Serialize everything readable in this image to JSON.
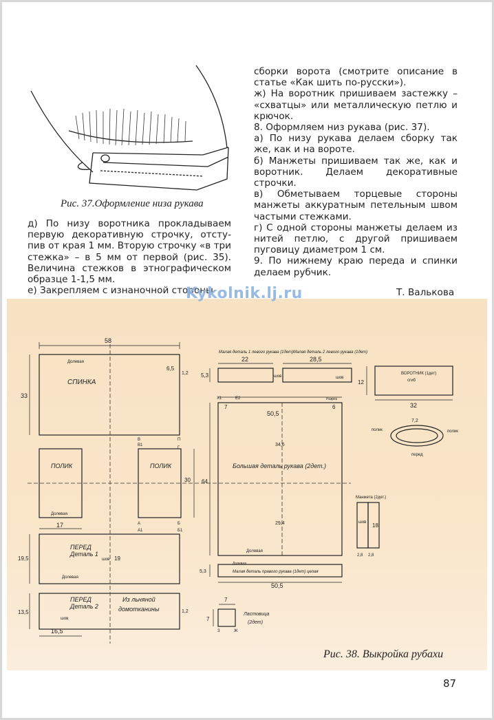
{
  "figure_37": {
    "caption": "Рис. 37.Оформление низа рукава"
  },
  "left_text": [
    "д) По низу воротника прокладываем первую декоративную строчку, отсту-пив от края 1 мм. Вторую строчку «в три стежка» – в 5 мм от первой (рис. 35). Величина стежков в этнографическом образце 1-1,5 мм.",
    "е) Закрепляем с изнаночной стороны"
  ],
  "right_text": [
    "сборки ворота (смотрите описание в статье «Как шить по-русски»).",
    "ж) На воротник пришиваем застежку – «схватцы» или металлическую петлю и крючок.",
    "8. Оформляем низ рукава (рис. 37).",
    "а) По низу рукава делаем сборку так же, как и на вороте.",
    "б) Манжеты пришиваем так же, как и воротник. Делаем декоративные строчки.",
    "в) Обметываем торцевые стороны манжеты аккуратным петельным швом частыми стежками.",
    "г) С одной стороны манжеты делаем из нитей петлю, с другой пришиваем пуговицу диаметром 1 см.",
    "9. По нижнему краю переда и спинки делаем рубчик."
  ],
  "author": "Т. Валькова",
  "watermark": "Kykolnik.lj.ru",
  "figure_38": {
    "caption": "Рис. 38. Выкройка рубахи",
    "pieces": {
      "spinka": {
        "label": "СПИНКА",
        "fold": "Долевая",
        "width": "58",
        "height": "33",
        "notch": "6,5",
        "side": "1,2"
      },
      "polik_left": {
        "label": "ПОЛИК",
        "fold": "Долевая",
        "width": "17"
      },
      "polik_right": {
        "label": "ПОЛИК",
        "height": "30"
      },
      "pered1": {
        "label": "ПЕРЕД",
        "sub": "Деталь 1",
        "fold": "Долевая",
        "height": "19,5",
        "slit": "19",
        "seam": "шов"
      },
      "pered2": {
        "label": "ПЕРЕД",
        "sub": "Деталь 2",
        "note1": "Из льняной",
        "note2": "домотканины",
        "width": "16,5",
        "height": "13,5",
        "seam": "шов",
        "side": "1,2"
      },
      "small_left_sleeve": {
        "label": "Малая деталь 1 левого рукава (1дет)",
        "width": "22",
        "height": "5,3",
        "seam": "шов"
      },
      "small_left_sleeve_2": {
        "label": "Малая деталь 2 левого рукава (1дет)",
        "width": "28,5",
        "seam": "шов"
      },
      "vorotnik": {
        "label": "ВОРОТНИК (1дет)",
        "fold": "сгиб",
        "width": "32",
        "height": "12"
      },
      "sleeve": {
        "label": "Большая деталь рукава (2дет.)",
        "fold": "Долевая",
        "width": "50,5",
        "height": "64",
        "upper": "34,6",
        "lower": "29,4",
        "top_left": "7",
        "top_right": "6",
        "cut": "Разрез"
      },
      "collar_ring": {
        "measure": "7,2",
        "front": "перед",
        "left": "полик",
        "right": "полик"
      },
      "manzheta": {
        "label": "Манжета (2дет.)",
        "seam": "шов",
        "height": "18",
        "w1": "2,8",
        "w2": "2,8"
      },
      "small_right_sleeve": {
        "label": "Малая деталь правого рукава (1дет) целая",
        "fold": "Долевая",
        "width": "50,5",
        "height": "5,3"
      },
      "lastovitsa": {
        "label": "Ластовица",
        "count": "(2дет)",
        "size": "7"
      }
    },
    "points": [
      "Х1",
      "Е2",
      "В",
      "П",
      "Г",
      "А",
      "Б",
      "З",
      "Ж",
      "В1",
      "А1",
      "Б1"
    ]
  },
  "page_number": "87"
}
